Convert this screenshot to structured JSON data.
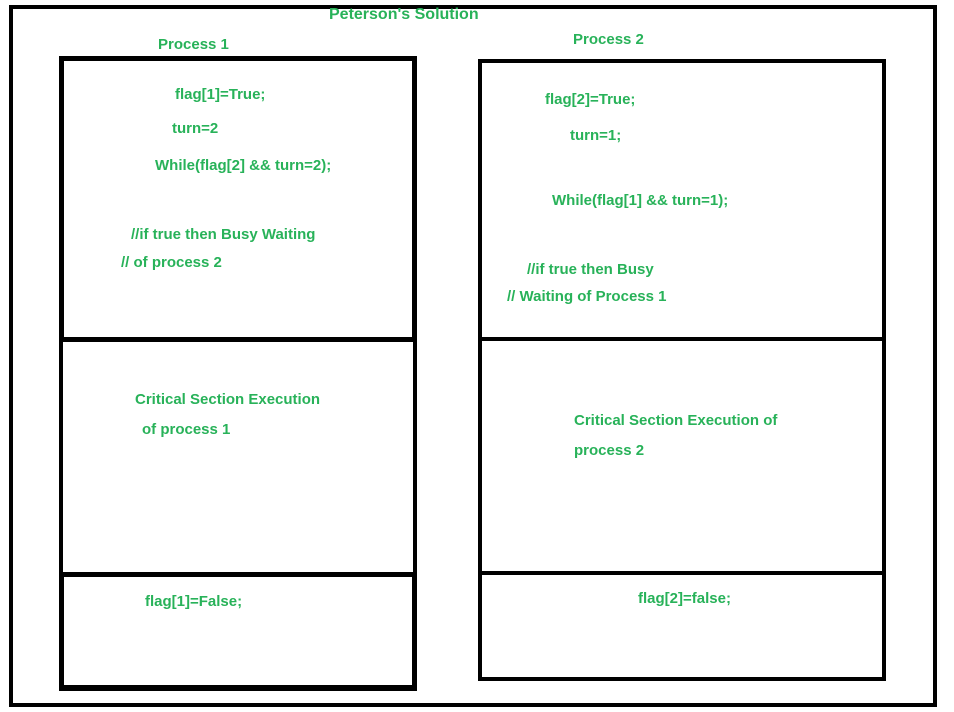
{
  "title": "Peterson's Solution",
  "colors": {
    "text_green": "#28b259",
    "border_black": "#000000"
  },
  "process1": {
    "label": "Process 1",
    "entry_box": {
      "lines": [
        "flag[1]=True;",
        "turn=2",
        "While(flag[2] && turn=2);",
        "//if true then Busy Waiting",
        "// of process 2"
      ]
    },
    "critical_box": {
      "lines": [
        "Critical Section Execution",
        "of process 1"
      ]
    },
    "exit_box": {
      "lines": [
        "flag[1]=False;"
      ]
    }
  },
  "process2": {
    "label": "Process 2",
    "entry_box": {
      "lines": [
        "flag[2]=True;",
        "turn=1;",
        "While(flag[1] && turn=1);",
        "//if true then Busy",
        "// Waiting of Process 1"
      ]
    },
    "critical_box": {
      "lines": [
        "Critical Section Execution of",
        "process 2"
      ]
    },
    "exit_box": {
      "lines": [
        "flag[2]=false;"
      ]
    }
  }
}
